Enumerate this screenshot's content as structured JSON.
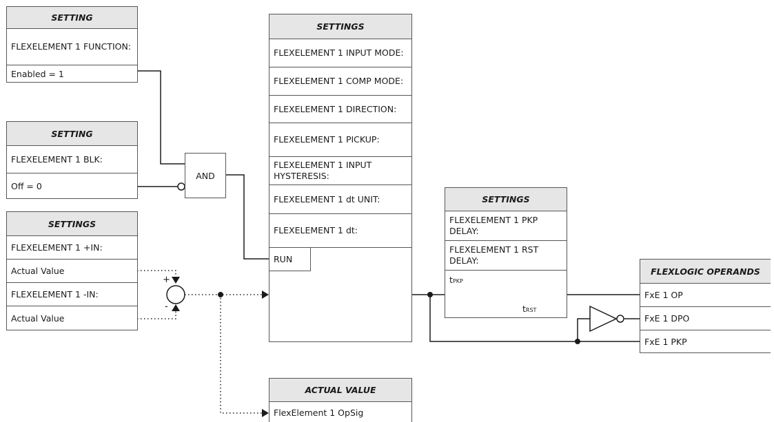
{
  "setting_function": {
    "header": "SETTING",
    "row1": "FLEXELEMENT 1 FUNCTION:",
    "row2": "Enabled = 1"
  },
  "setting_blk": {
    "header": "SETTING",
    "row1": "FLEXELEMENT 1 BLK:",
    "row2": "Off = 0"
  },
  "settings_inputs": {
    "header": "SETTINGS",
    "rows": [
      "FLEXELEMENT 1 +IN:",
      "Actual Value",
      "FLEXELEMENT 1 -IN:",
      "Actual Value"
    ]
  },
  "and_gate": {
    "label": "AND"
  },
  "comparator": {
    "header": "SETTINGS",
    "rows": [
      "FLEXELEMENT 1 INPUT MODE:",
      "FLEXELEMENT 1 COMP MODE:",
      "FLEXELEMENT 1 DIRECTION:",
      "FLEXELEMENT 1 PICKUP:",
      "FLEXELEMENT 1 INPUT HYSTERESIS:",
      "FLEXELEMENT 1 dt UNIT:",
      "FLEXELEMENT 1 dt:"
    ],
    "run_label": "RUN"
  },
  "summer": {
    "plus": "+",
    "minus": "-"
  },
  "timer": {
    "header": "SETTINGS",
    "rows": [
      "FLEXELEMENT 1 PKP DELAY:",
      "FLEXELEMENT 1 RST DELAY:"
    ],
    "tpkp_t": "t",
    "tpkp_sub": "PKP",
    "trst_t": "t",
    "trst_sub": "RST"
  },
  "operands": {
    "header": "FLEXLOGIC OPERANDS",
    "rows": [
      "FxE 1 OP",
      "FxE 1 DPO",
      "FxE 1 PKP"
    ]
  },
  "actual_value": {
    "header": "ACTUAL VALUE",
    "row1": "FlexElement 1 OpSig"
  },
  "colors": {
    "line": "#1a1a1a",
    "header_bg": "#e6e6e6",
    "border": "#555555"
  }
}
